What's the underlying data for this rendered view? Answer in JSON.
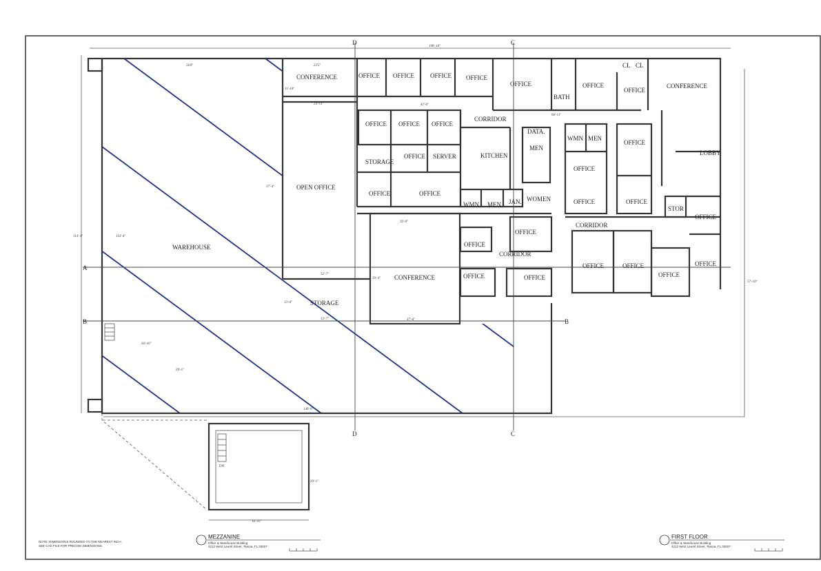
{
  "sheet": {
    "note_line1": "NOTE: DIMENSIONS ROUNDED TO THE NEAREST INCH.",
    "note_line2": "SEE CAD FILE FOR PRECISE DIMENSIONS.",
    "mezzanine_title": "MEZZANINE",
    "mezzanine_sub1": "Office & Warehouse Building",
    "mezzanine_sub2": "4212 West Laurel Street, Tampa, FL 33607",
    "first_floor_title": "FIRST FLOOR",
    "first_floor_sub1": "Office & Warehouse Building",
    "first_floor_sub2": "4212 West Laurel Street, Tampa, FL 33607",
    "hatch_color": "#1f2f8a"
  },
  "gridlines": {
    "a": "A",
    "b": "B",
    "c": "C",
    "d": "D"
  },
  "rooms": {
    "warehouse": "WAREHOUSE",
    "open_office": "OPEN OFFICE",
    "conference_top": "CONFERENCE",
    "office_1": "OFFICE",
    "office_2": "OFFICE",
    "office_3": "OFFICE",
    "office_4": "OFFICE",
    "office_5": "OFFICE",
    "office_6": "OFFICE",
    "office_7": "OFFICE",
    "office_8": "OFFICE",
    "bath": "BATH",
    "cl1": "CL",
    "cl2": "CL",
    "office_9": "OFFICE",
    "office_10": "OFFICE",
    "conference_right": "CONFERENCE",
    "corridor_1": "CORRIDOR",
    "kitchen": "KITCHEN",
    "data": "DATA.",
    "men_1": "MEN",
    "wmn_1": "WMN",
    "men_2": "MEN",
    "storage_1": "STORAGE",
    "office_s": "OFFICE",
    "server": "SERVER",
    "office_11": "OFFICE",
    "office_12": "OFFICE",
    "office_13": "OFFICE",
    "office_14": "OFFICE",
    "lobby": "LOBBY",
    "office_15": "OFFICE",
    "office_16": "OFFICE",
    "wmn_2": "WMN",
    "men_3": "MEN",
    "jan": "JAN.",
    "women": "WOMEN",
    "stor": "STOR",
    "office_17": "OFFICE",
    "office_18": "OFFICE",
    "office_19": "OFFICE",
    "corridor_2": "CORRIDOR",
    "corridor_3": "CORRIDOR",
    "office_20": "OFFICE",
    "office_21": "OFFICE",
    "office_22": "OFFICE",
    "office_23": "OFFICE",
    "office_24": "OFFICE",
    "office_25": "OFFICE",
    "conference_mid": "CONFERENCE",
    "storage_2": "STORAGE",
    "dn": "DN"
  },
  "dimensions": {
    "overall_width": "198'-10\"",
    "warehouse_width": "56'0\"",
    "overall_depth": "114'-1\"",
    "warehouse_depth": "112'-4\"",
    "conf_w": "23'5\"",
    "conf_d": "11'-10\"",
    "open_w": "23'-11\"",
    "open_d": "37'-4\"",
    "corr_w": "42'-0\"",
    "corr_r": "60'-11\"",
    "bottom_w": "140'-0\"",
    "right_depth": "57'-10\"",
    "mezz_w": "18'-10\"",
    "mezz_d": "29'-1\"",
    "stair_w": "26'-10\"",
    "stair_d": "29'-1\"",
    "conf_mid_w": "27'-6\"",
    "conf_mid_d": "29'-4\"",
    "stor_w": "32'-7\"",
    "stor_d": "13'-8\"",
    "lower_d": "29'-0\"",
    "b_dim": "33'-7\""
  }
}
